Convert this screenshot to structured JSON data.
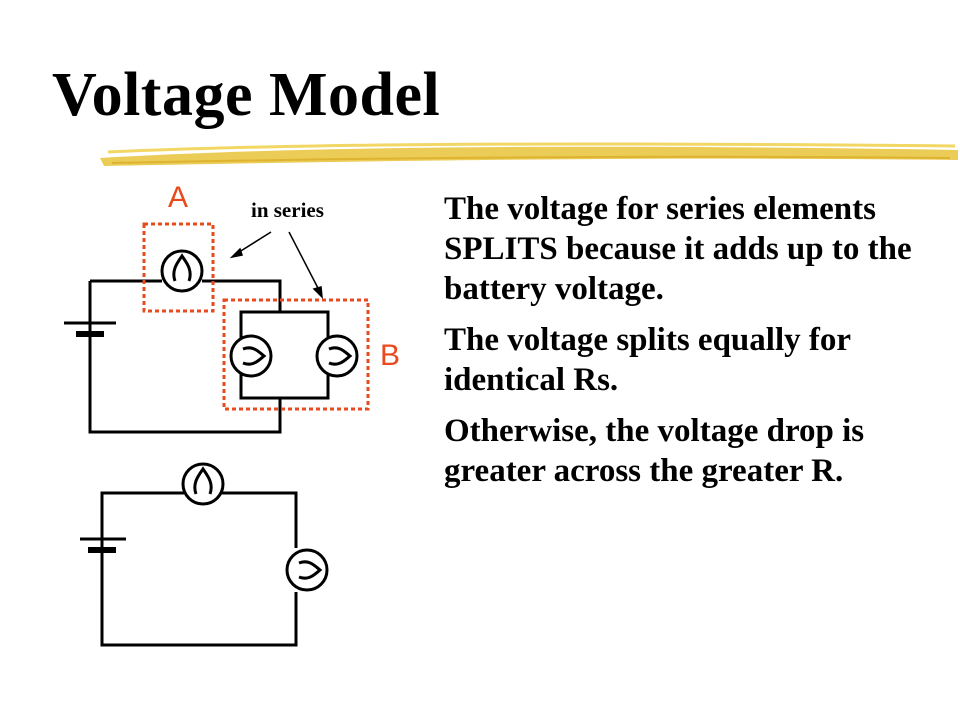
{
  "title": "Voltage Model",
  "colors": {
    "highlight_box": "#e8491d",
    "underline": "#e8c33a",
    "wire": "#000000"
  },
  "diagram": {
    "label_a": "A",
    "label_b": "B",
    "label_in_series": "in series"
  },
  "paragraphs": [
    "The voltage for series elements SPLITS because it adds up to the battery voltage.",
    "The voltage splits equally for identical Rs.",
    "Otherwise, the voltage drop is greater across the greater R."
  ]
}
